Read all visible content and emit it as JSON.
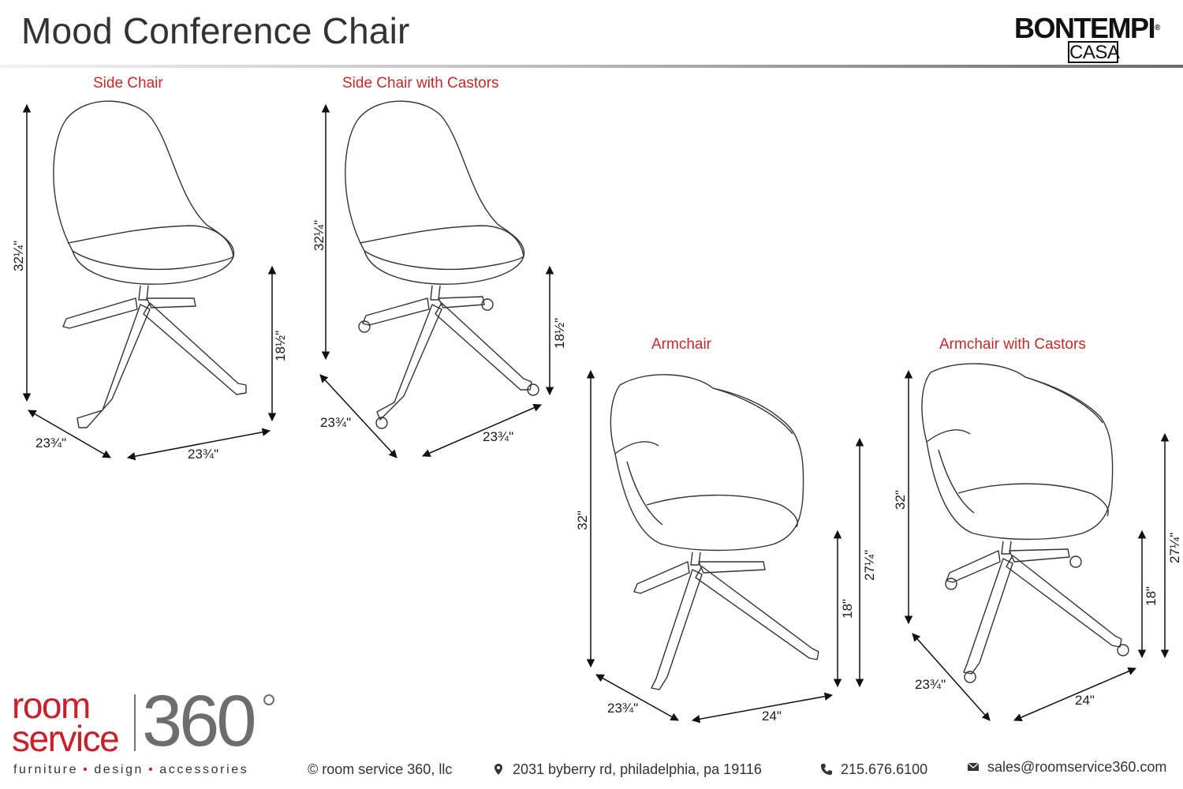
{
  "header": {
    "title": "Mood Conference Chair",
    "brand_top": "BONTEMPI",
    "brand_reg": "®",
    "brand_sub": "CASA"
  },
  "chairs": [
    {
      "label": "Side Chair",
      "height": "32¼\"",
      "seat_height": "18½\"",
      "depth": "23¾\"",
      "width": "23¾\""
    },
    {
      "label": "Side Chair with Castors",
      "height": "32¼\"",
      "seat_height": "18½\"",
      "depth": "23¾\"",
      "width": "23¾\""
    },
    {
      "label": "Armchair",
      "height": "32\"",
      "seat_height": "18\"",
      "arm_height": "27¼\"",
      "depth": "23¾\"",
      "width": "24\""
    },
    {
      "label": "Armchair with Castors",
      "height": "32\"",
      "seat_height": "18\"",
      "arm_height": "27¼\"",
      "depth": "23¾\"",
      "width": "24\""
    }
  ],
  "footer": {
    "logo_word1": "room",
    "logo_word2": "service",
    "logo_number": "360",
    "tagline": [
      "furniture",
      "design",
      "accessories"
    ],
    "tagline_sep": "•",
    "company": "© room service 360, llc",
    "address": "2031 byberry rd, philadelphia, pa 19116",
    "phone": "215.676.6100",
    "email": "sales@roomservice360.com",
    "icons": [
      "map-pin-icon",
      "phone-icon",
      "envelope-icon"
    ]
  },
  "colors": {
    "label_red": "#c52a2a",
    "logo_red": "#c8202d",
    "logo_gray": "#6d6d6d"
  }
}
